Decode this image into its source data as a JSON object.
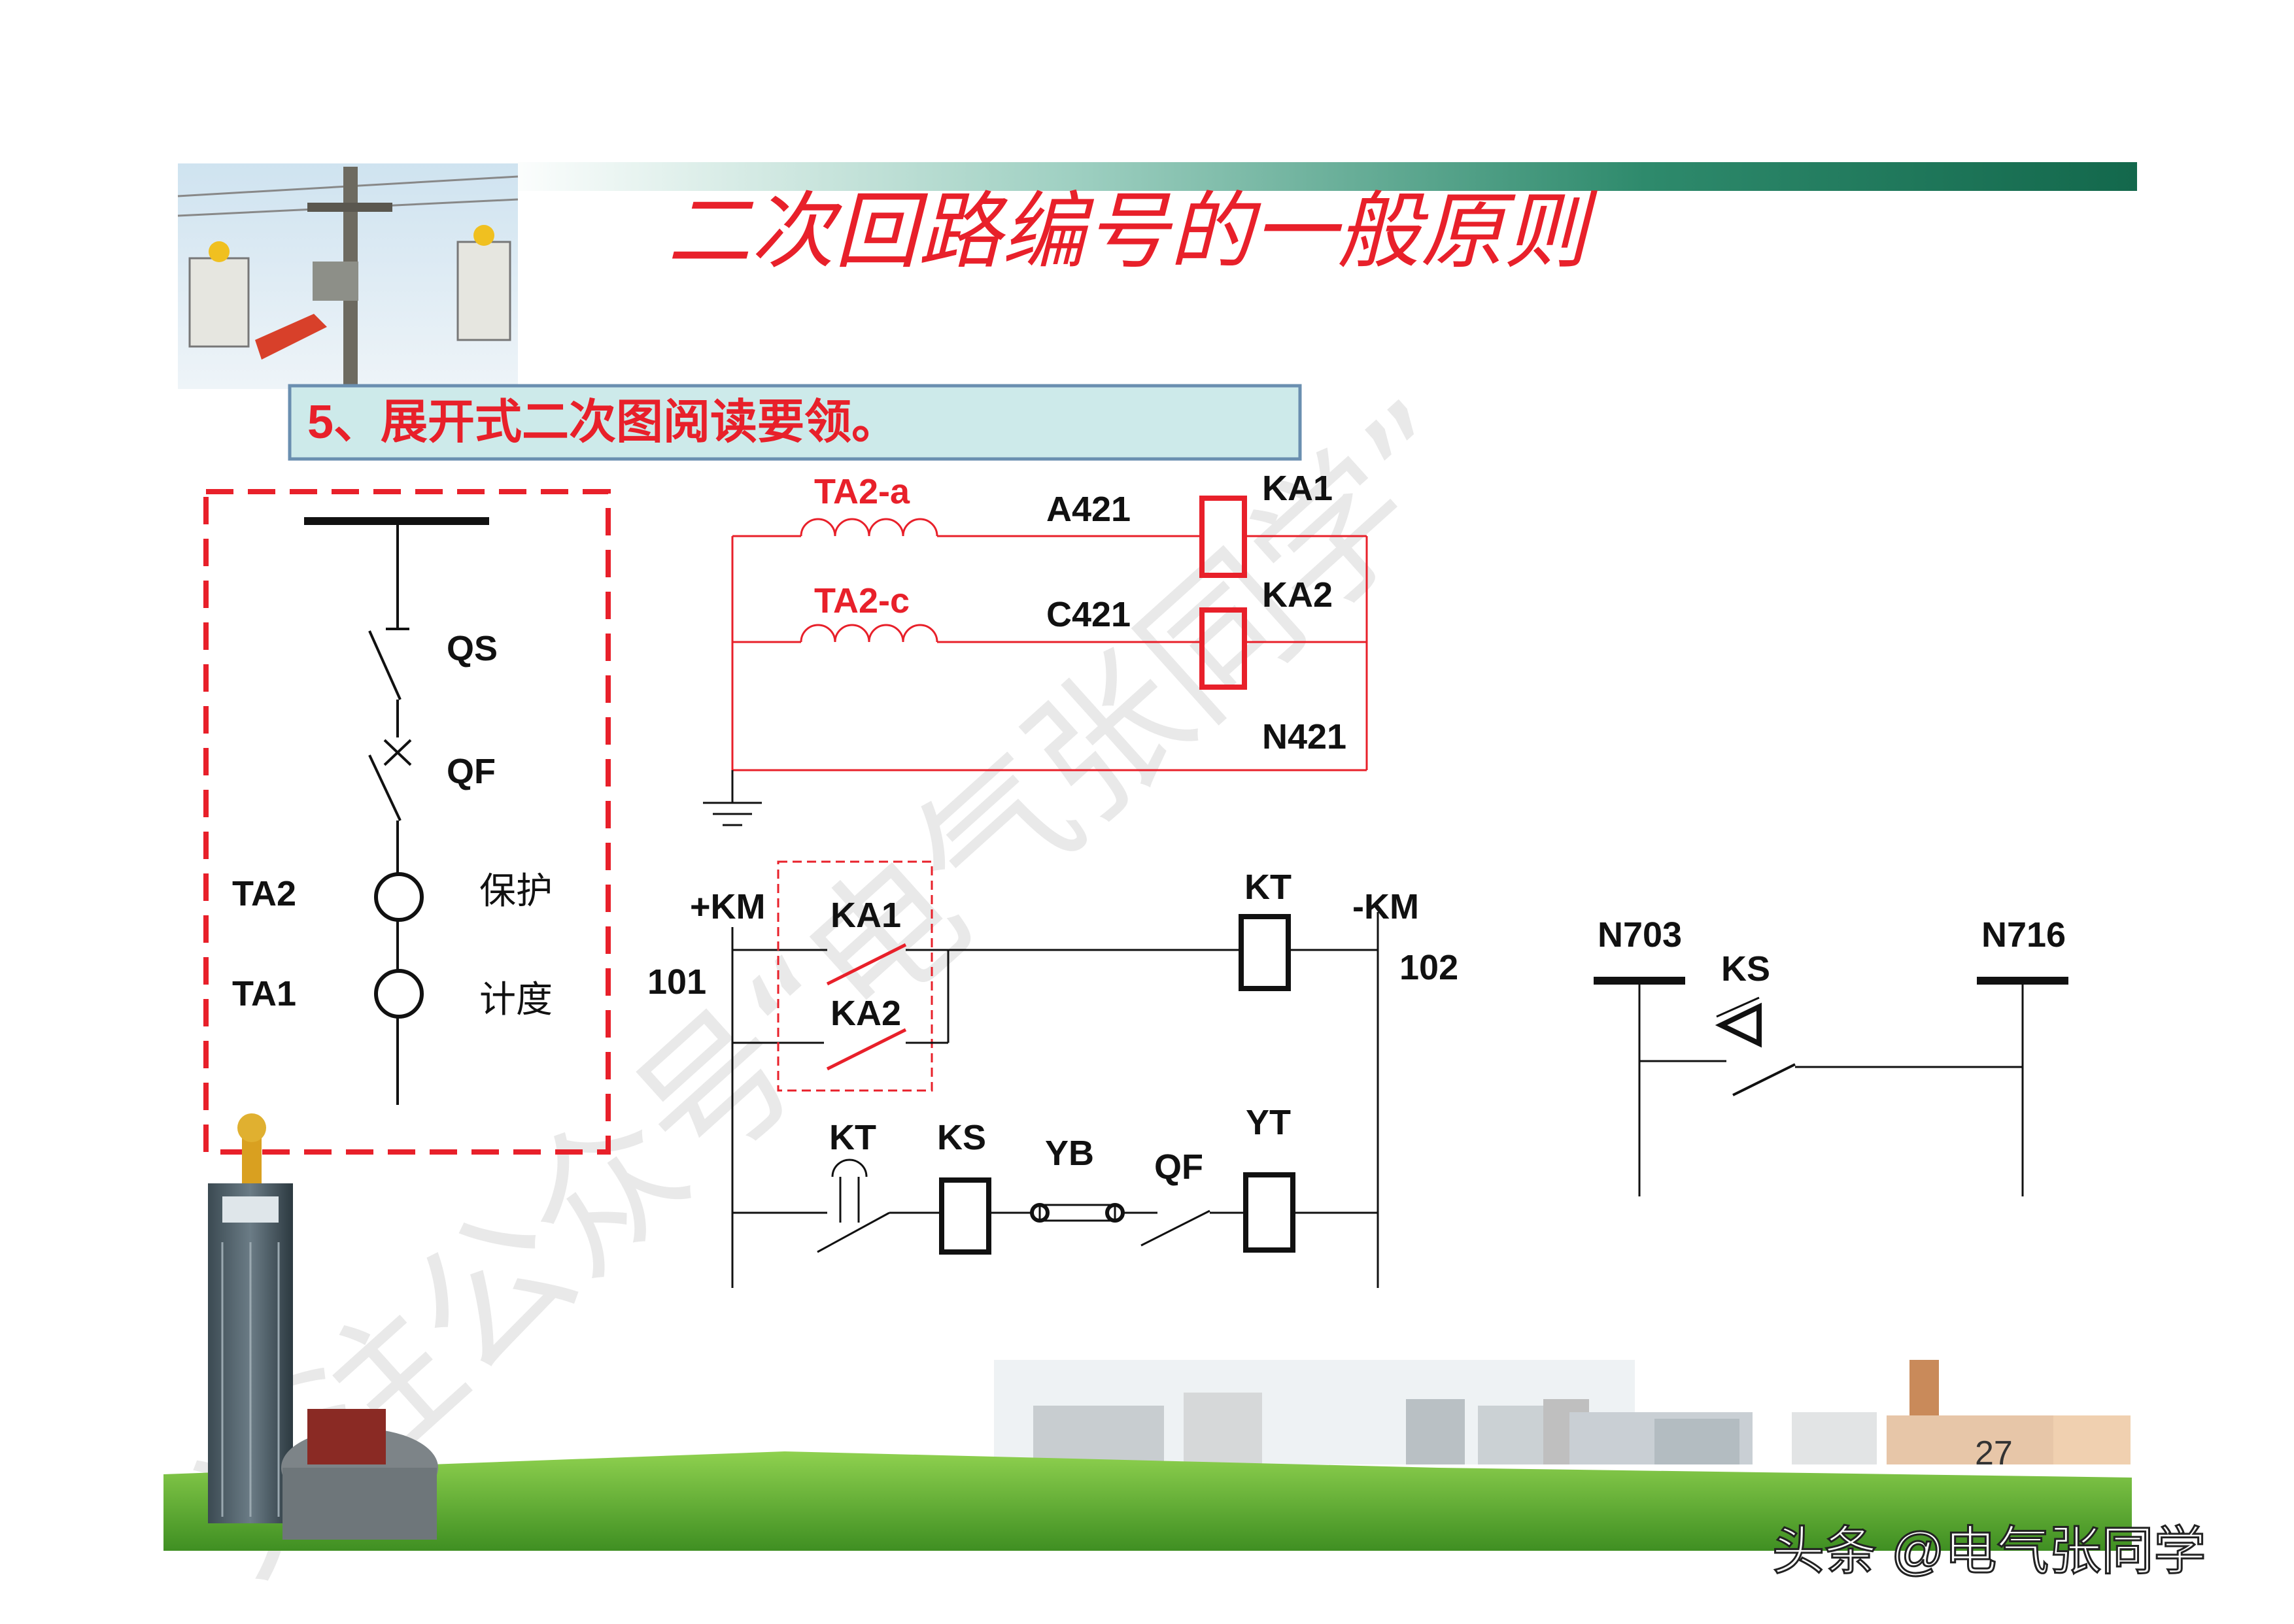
{
  "title": "二次回路编号的一般原则",
  "subtitle": "5、展开式二次图阅读要领。",
  "page_number": "27",
  "footer_credit": "头条 @电气张同学",
  "watermark": "关注公众号“电气张同学”",
  "colors": {
    "title_red": "#e8202a",
    "banner_green": "#1b7a5a",
    "subtitle_box": "#cdeaea",
    "subtitle_border": "#6a8fb0",
    "circuit_red": "#e8202a",
    "circuit_black": "#111111",
    "grass": "#5aa832"
  },
  "left_panel": {
    "labels": {
      "qs": "QS",
      "qf": "QF",
      "ta2": "TA2",
      "ta1": "TA1",
      "protect": "保护",
      "metering": "计度"
    }
  },
  "ac_circuit": {
    "ta2a": "TA2-a",
    "ta2c": "TA2-c",
    "a421": "A421",
    "c421": "C421",
    "n421": "N421",
    "ka1": "KA1",
    "ka2": "KA2"
  },
  "dc_circuit": {
    "plus_km": "+KM",
    "minus_km": "-KM",
    "n101": "101",
    "n102": "102",
    "ka1": "KA1",
    "ka2": "KA2",
    "kt_coil": "KT",
    "kt_contact": "KT",
    "ks": "KS",
    "yb": "YB",
    "qf": "QF",
    "yt": "YT"
  },
  "signal_circuit": {
    "n703": "N703",
    "n716": "N716",
    "ks": "KS"
  },
  "icons": [
    "power-line-workers-photo",
    "building-photo",
    "city-skyline-photo",
    "grass-strip"
  ]
}
